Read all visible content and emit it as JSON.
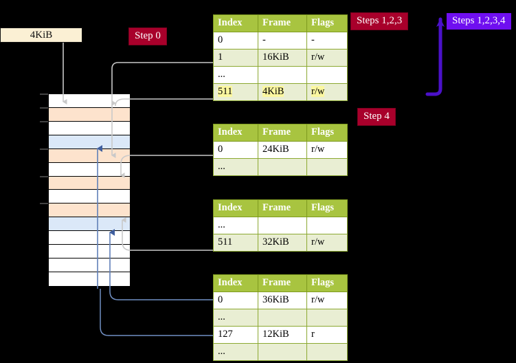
{
  "diagram": {
    "title": "Four-level page table walk",
    "colors": {
      "table_header_bg": "#a8c440",
      "table_alt_row_bg": "#e9eed3",
      "highlight_text_bg": "#fbf7a0",
      "badge_red": "#a8002b",
      "badge_violet": "#6f0ff0",
      "memory_orange": "#fde3cd",
      "memory_blue": "#dbe8f8",
      "frame_box": "#fbf0d4",
      "link_gray": "#c9c9c9",
      "link_blue": "#7190c4",
      "arrow_violet": "#4b11c9"
    }
  },
  "frame_box": {
    "label": "4KiB"
  },
  "badges": {
    "step0": "Step 0",
    "steps123": "Steps 1,2,3",
    "steps1234": "Steps 1,2,3,4",
    "step4": "Step 4"
  },
  "columns": {
    "index": "Index",
    "frame": "Frame",
    "flags": "Flags"
  },
  "tables": [
    {
      "name": "pml4-table",
      "rows": [
        {
          "index": "0",
          "frame": "-",
          "flags": "-",
          "alt": false,
          "highlight": false
        },
        {
          "index": "1",
          "frame": "16KiB",
          "flags": "r/w",
          "alt": true,
          "highlight": false
        },
        {
          "index": "...",
          "frame": "",
          "flags": "",
          "alt": false,
          "highlight": false
        },
        {
          "index": "511",
          "frame": "4KiB",
          "flags": "r/w",
          "alt": true,
          "highlight": true
        }
      ]
    },
    {
      "name": "pdp-table",
      "rows": [
        {
          "index": "0",
          "frame": "24KiB",
          "flags": "r/w",
          "alt": false,
          "highlight": false
        },
        {
          "index": "...",
          "frame": "",
          "flags": "",
          "alt": true,
          "highlight": false
        }
      ]
    },
    {
      "name": "pd-table",
      "rows": [
        {
          "index": "...",
          "frame": "",
          "flags": "",
          "alt": false,
          "highlight": false
        },
        {
          "index": "511",
          "frame": "32KiB",
          "flags": "r/w",
          "alt": true,
          "highlight": false
        }
      ]
    },
    {
      "name": "pt-table",
      "rows": [
        {
          "index": "0",
          "frame": "36KiB",
          "flags": "r/w",
          "alt": false,
          "highlight": false
        },
        {
          "index": "...",
          "frame": "",
          "flags": "",
          "alt": true,
          "highlight": false
        },
        {
          "index": "127",
          "frame": "12KiB",
          "flags": "r",
          "alt": false,
          "highlight": false
        },
        {
          "index": "...",
          "frame": "",
          "flags": "",
          "alt": true,
          "highlight": false
        }
      ]
    }
  ],
  "memory_column": {
    "name": "physical-memory-column",
    "rows": [
      {
        "fill": "white"
      },
      {
        "fill": "orange"
      },
      {
        "fill": "white"
      },
      {
        "fill": "blue"
      },
      {
        "fill": "orange"
      },
      {
        "fill": "white"
      },
      {
        "fill": "orange"
      },
      {
        "fill": "white"
      },
      {
        "fill": "orange"
      },
      {
        "fill": "blue"
      },
      {
        "fill": "white"
      },
      {
        "fill": "white"
      },
      {
        "fill": "white"
      },
      {
        "fill": "white"
      }
    ]
  }
}
